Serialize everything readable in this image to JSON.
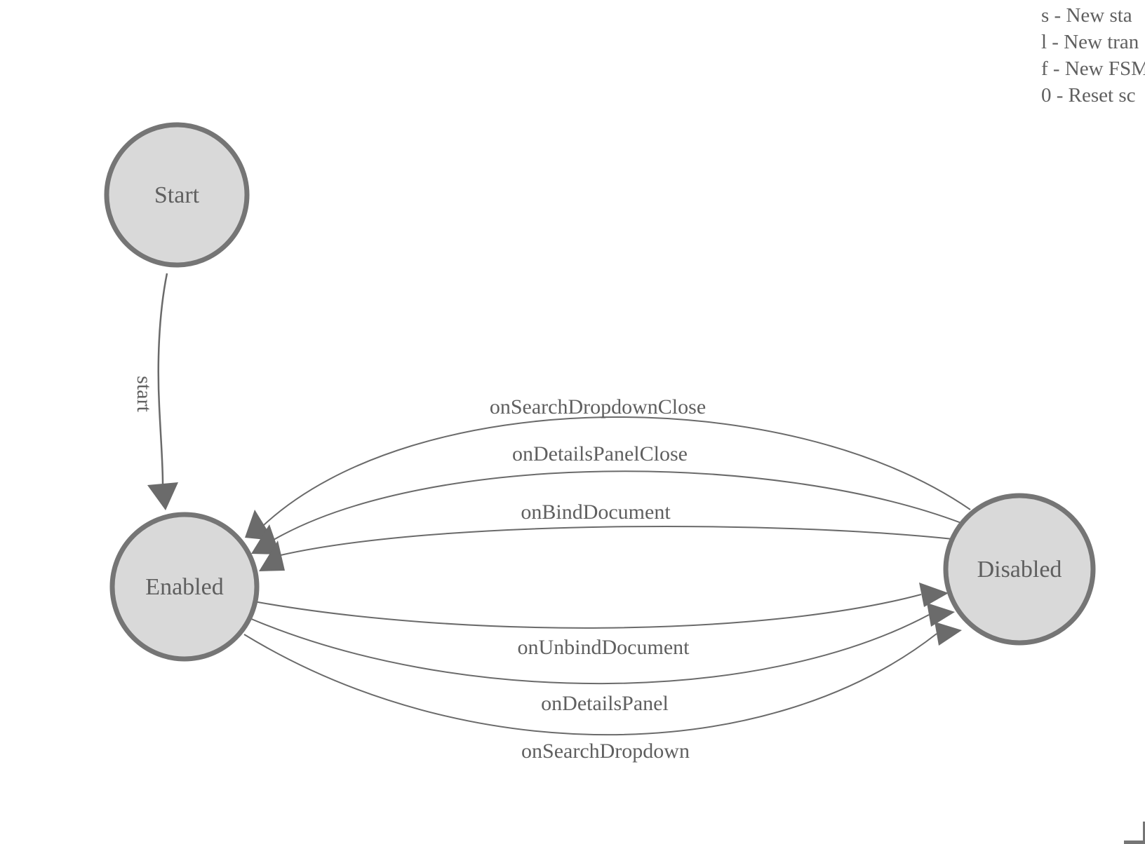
{
  "legend": {
    "lines": [
      "s - New sta",
      "l - New tran",
      "f - New FSM",
      "0 - Reset sc"
    ]
  },
  "states": [
    {
      "id": "start",
      "label": "Start"
    },
    {
      "id": "enabled",
      "label": "Enabled"
    },
    {
      "id": "disabled",
      "label": "Disabled"
    }
  ],
  "edges": [
    {
      "label": "start",
      "from": "Start",
      "to": "Enabled"
    },
    {
      "label": "onSearchDropdownClose",
      "from": "Disabled",
      "to": "Enabled"
    },
    {
      "label": "onDetailsPanelClose",
      "from": "Disabled",
      "to": "Enabled"
    },
    {
      "label": "onBindDocument",
      "from": "Disabled",
      "to": "Enabled"
    },
    {
      "label": "onUnbindDocument",
      "from": "Enabled",
      "to": "Disabled"
    },
    {
      "label": "onDetailsPanel",
      "from": "Enabled",
      "to": "Disabled"
    },
    {
      "label": "onSearchDropdown",
      "from": "Enabled",
      "to": "Disabled"
    }
  ],
  "colors": {
    "node_fill": "#d9d9d9",
    "node_stroke": "#757575",
    "edge_line": "#6a6a6a",
    "arrow": "#6b6b6b",
    "text": "#5f5f5f",
    "background": "#ffffff"
  }
}
